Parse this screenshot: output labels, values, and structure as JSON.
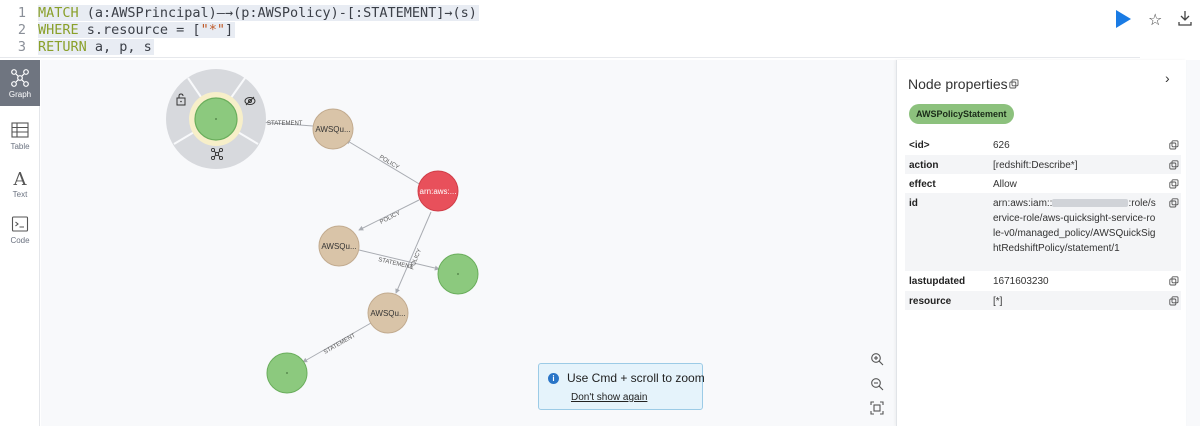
{
  "editor": {
    "lines": [
      {
        "num": "1",
        "segments": [
          {
            "t": "MATCH",
            "c": "kw"
          },
          {
            "t": " (a:AWSPrincipal)—→(p:AWSPolicy)-[:STATEMENT]→(s)",
            "c": ""
          }
        ]
      },
      {
        "num": "2",
        "segments": [
          {
            "t": "WHERE",
            "c": "kw"
          },
          {
            "t": " s.resource = [",
            "c": ""
          },
          {
            "t": "\"*\"",
            "c": "str"
          },
          {
            "t": "]",
            "c": ""
          }
        ]
      },
      {
        "num": "3",
        "segments": [
          {
            "t": "RETURN",
            "c": "kw"
          },
          {
            "t": " a, p, s",
            "c": ""
          }
        ]
      }
    ]
  },
  "sidebar": {
    "items": [
      {
        "label": "Graph",
        "icon": "graph-icon"
      },
      {
        "label": "Table",
        "icon": "table-icon"
      },
      {
        "label": "Text",
        "icon": "text-icon"
      },
      {
        "label": "Code",
        "icon": "code-icon"
      }
    ]
  },
  "graph": {
    "nodes": {
      "policy1": "AWSQu...",
      "policy2": "AWSQu...",
      "policy3": "AWSQu...",
      "principal": "arn:aws:..."
    },
    "edges": {
      "e1": "STATEMENT",
      "e2": "POLICY",
      "e3": "POLICY",
      "e4": "STATEMENT",
      "e5": "POLICY",
      "e6": "STATEMENT"
    },
    "colors": {
      "statement": "#8cc97e",
      "policy": "#d9c4a8",
      "principal": "#e8505b"
    }
  },
  "toast": {
    "message": "Use Cmd + scroll to zoom",
    "link": "Don't show again"
  },
  "panel": {
    "title": "Node properties",
    "badge": "AWSPolicyStatement",
    "properties": [
      {
        "key": "<id>",
        "value": "626"
      },
      {
        "key": "action",
        "value": "[redshift:Describe*]"
      },
      {
        "key": "effect",
        "value": "Allow"
      },
      {
        "key": "id",
        "value_pre": "arn:aws:iam::",
        "value_post": ":role/service-role/aws-quicksight-service-role-v0/managed_policy/AWSQuickSightRedshiftPolicy/statement/1"
      },
      {
        "key": "lastupdated",
        "value": "1671603230"
      },
      {
        "key": "resource",
        "value": "[*]"
      }
    ]
  }
}
